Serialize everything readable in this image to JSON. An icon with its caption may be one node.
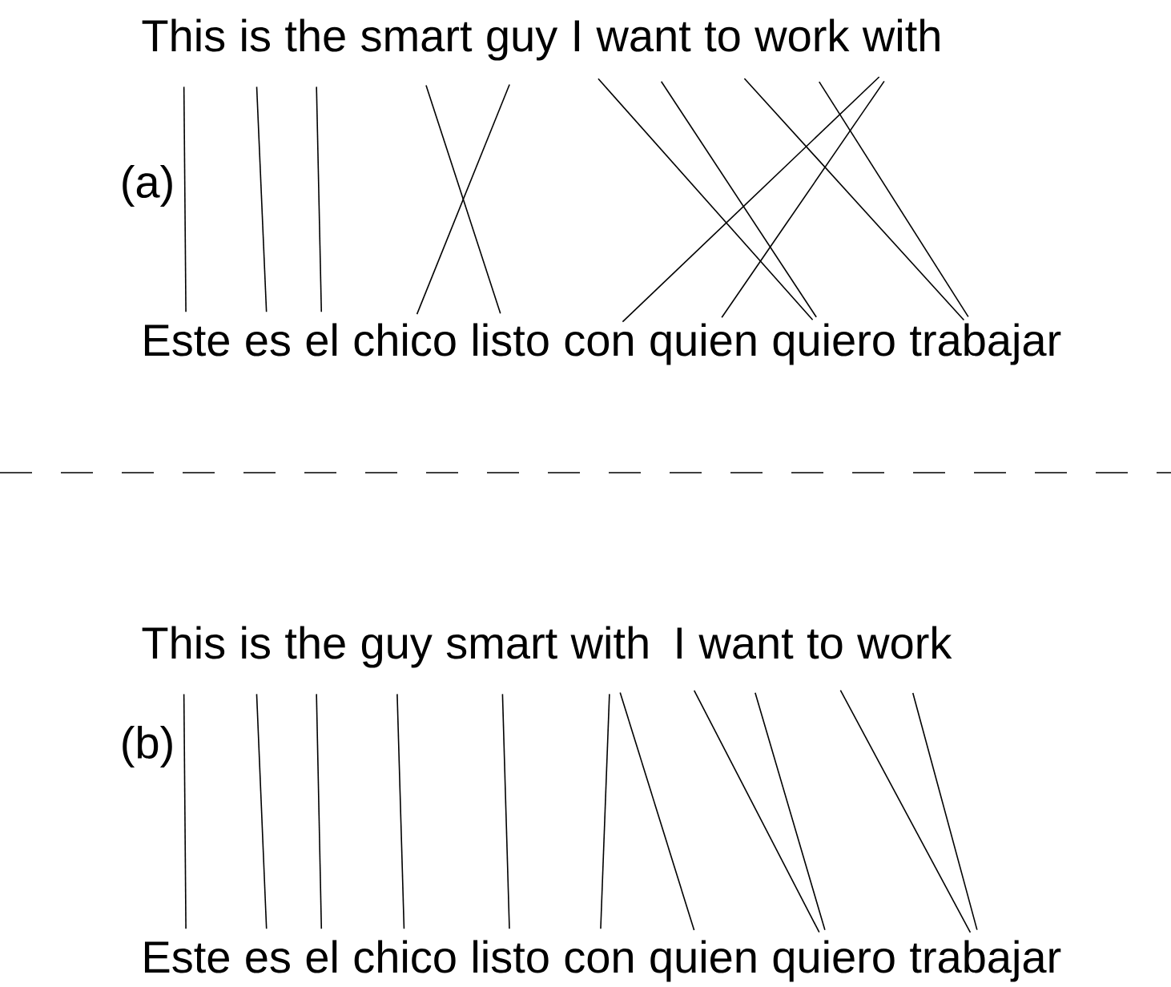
{
  "diagram": {
    "nodes": [
      {
        "text": [
          "This"
        ]
      },
      {
        "text": [
          "is"
        ]
      },
      {
        "text": [
          "the"
        ]
      },
      {
        "text": [
          "smart"
        ]
      },
      {
        "text": [
          "guy"
        ]
      },
      {
        "text": [
          "I"
        ]
      },
      {
        "text": [
          "want"
        ]
      },
      {
        "text": [
          "to"
        ]
      },
      {
        "text": [
          "work"
        ]
      },
      {
        "text": [
          "with"
        ]
      },
      {
        "text": [
          "Este"
        ]
      },
      {
        "text": [
          "es"
        ]
      },
      {
        "text": [
          "el"
        ]
      },
      {
        "text": [
          "chico"
        ]
      },
      {
        "text": [
          "listo"
        ]
      },
      {
        "text": [
          "con"
        ]
      },
      {
        "text": [
          "quien"
        ]
      },
      {
        "text": [
          "quiero"
        ]
      },
      {
        "text": [
          "trabajar"
        ]
      },
      {
        "text": [
          "This"
        ]
      },
      {
        "text": [
          "is"
        ]
      },
      {
        "text": [
          "the"
        ]
      },
      {
        "text": [
          "guy"
        ]
      },
      {
        "text": [
          "smart"
        ]
      },
      {
        "text": [
          "with"
        ]
      },
      {
        "text": [
          "I"
        ]
      },
      {
        "text": [
          "want"
        ]
      },
      {
        "text": [
          "to"
        ]
      },
      {
        "text": [
          "work"
        ]
      },
      {
        "text": [
          "Este"
        ]
      },
      {
        "text": [
          "es"
        ]
      },
      {
        "text": [
          "el"
        ]
      },
      {
        "text": [
          "chico"
        ]
      },
      {
        "text": [
          "listo"
        ]
      },
      {
        "text": [
          "con"
        ]
      },
      {
        "text": [
          "quien"
        ]
      },
      {
        "text": [
          "quiero"
        ]
      },
      {
        "text": [
          "trabajar"
        ]
      }
    ],
    "edges": [
      {
        "from": 0,
        "to": 10,
        "arrow": "none"
      },
      {
        "from": 1,
        "to": 11,
        "arrow": "none"
      },
      {
        "from": 2,
        "to": 12,
        "arrow": "none"
      },
      {
        "from": 3,
        "to": 14,
        "arrow": "none"
      },
      {
        "from": 4,
        "to": 13,
        "arrow": "none"
      },
      {
        "from": 5,
        "to": 17,
        "arrow": "none"
      },
      {
        "from": 6,
        "to": 17,
        "arrow": "none"
      },
      {
        "from": 7,
        "to": 18,
        "arrow": "none"
      },
      {
        "from": 8,
        "to": 18,
        "arrow": "none"
      },
      {
        "from": 9,
        "to": 15,
        "arrow": "none"
      },
      {
        "from": 9,
        "to": 16,
        "arrow": "none"
      },
      {
        "from": 19,
        "to": 29,
        "arrow": "none"
      },
      {
        "from": 20,
        "to": 30,
        "arrow": "none"
      },
      {
        "from": 21,
        "to": 31,
        "arrow": "none"
      },
      {
        "from": 22,
        "to": 32,
        "arrow": "none"
      },
      {
        "from": 23,
        "to": 33,
        "arrow": "none"
      },
      {
        "from": 24,
        "to": 34,
        "arrow": "none"
      },
      {
        "from": 24,
        "to": 35,
        "arrow": "none"
      },
      {
        "from": 25,
        "to": 36,
        "arrow": "none"
      },
      {
        "from": 26,
        "to": 36,
        "arrow": "none"
      },
      {
        "from": 27,
        "to": 37,
        "arrow": "none"
      },
      {
        "from": 28,
        "to": 37,
        "arrow": "none"
      }
    ],
    "labels": [
      "(a)",
      "(b)"
    ]
  }
}
